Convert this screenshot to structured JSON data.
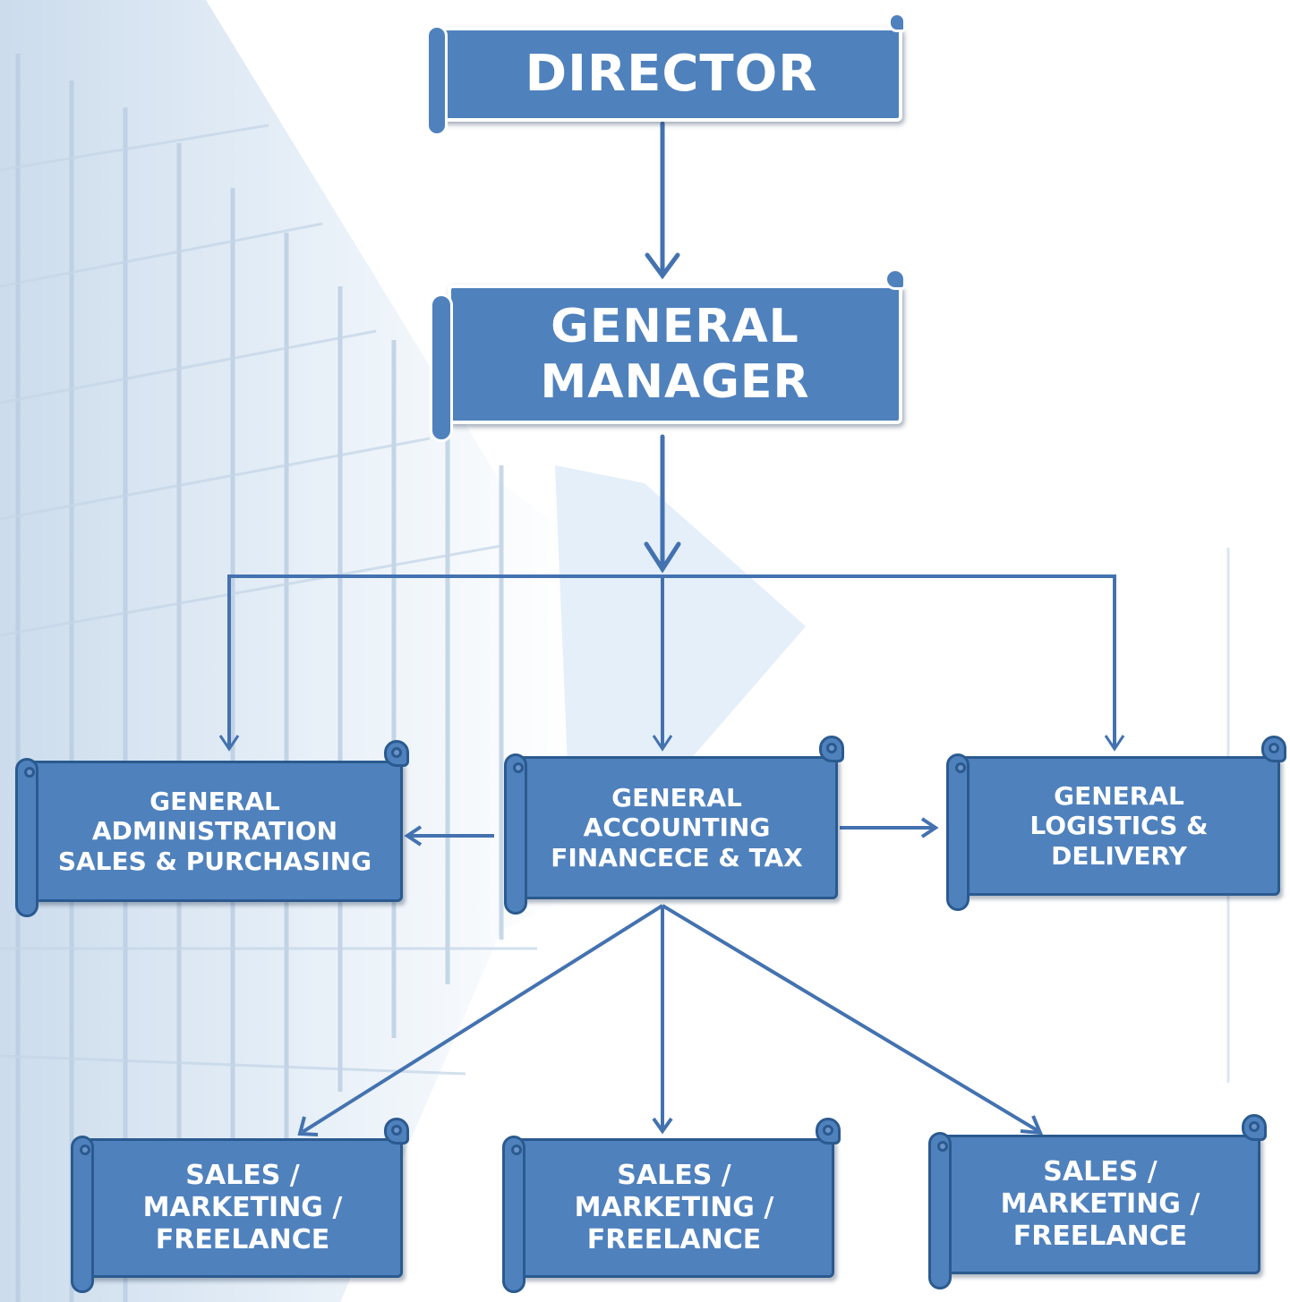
{
  "colors": {
    "box_fill": "#4f81bd",
    "box_border": "#2a5a8f",
    "connector": "#4472b0",
    "text": "#ffffff"
  },
  "nodes": {
    "director": {
      "label": "DIRECTOR"
    },
    "general_manager": {
      "line1": "GENERAL",
      "line2": "MANAGER"
    },
    "administration": {
      "line1": "GENERAL",
      "line2": "ADMINISTRATION",
      "line3": "SALES & PURCHASING"
    },
    "accounting": {
      "line1": "GENERAL",
      "line2": "ACCOUNTING",
      "line3": "FINANCECE & TAX"
    },
    "logistics": {
      "line1": "GENERAL",
      "line2": "LOGISTICS &",
      "line3": "DELIVERY"
    },
    "sales_1": {
      "line1": "SALES /",
      "line2": "MARKETING /",
      "line3": "FREELANCE"
    },
    "sales_2": {
      "line1": "SALES /",
      "line2": "MARKETING /",
      "line3": "FREELANCE"
    },
    "sales_3": {
      "line1": "SALES /",
      "line2": "MARKETING /",
      "line3": "FREELANCE"
    }
  }
}
